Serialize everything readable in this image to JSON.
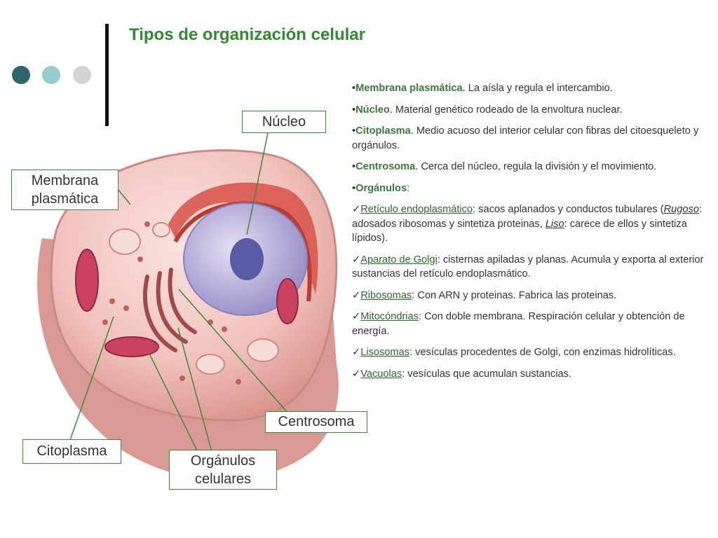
{
  "colors": {
    "accent": "#2e8b2e",
    "dot_dark": "#2f6468",
    "dot_mid": "#95cdd0",
    "dot_light": "#d4d4d4"
  },
  "slide": {
    "title": "Tipos de organización celular",
    "labels": {
      "nucleo": "Núcleo",
      "membrana_1": "Membrana",
      "membrana_2": "plasmática",
      "citoplasma": "Citoplasma",
      "organulos_1": "Orgánulos",
      "organulos_2": "celulares",
      "centrosoma": "Centrosoma"
    },
    "bullets": {
      "membrana": {
        "term": "Membrana plasmática",
        "text": ". La aísla y regula el intercambio."
      },
      "nucleo": {
        "term": "Núcleo",
        "text": ". Material genético rodeado de la envoltura nuclear."
      },
      "citoplasma": {
        "term": "Citoplasma",
        "text": ". Medio acuoso del interior celular con fibras del citoesqueleto y orgánulos."
      },
      "centrosoma": {
        "term": "Centrosoma",
        "text": ". Cerca del núcleo, regula la división y el movimiento."
      },
      "organulos": {
        "term": "Orgánulos",
        "text": ":"
      },
      "reticulo": {
        "term": "Retículo endoplasmático",
        "text1": ": sacos aplanados y conductos tubulares (",
        "rugoso": "Rugoso",
        "text2": ": adosados ribosomas y sintetiza proteinas, ",
        "liso": "Liso",
        "text3": ": carece de ellos y sintetiza lípidos)."
      },
      "golgi": {
        "term": "Aparato de Golgi",
        "text": ": cisternas apiladas y planas. Acumula y exporta al exterior sustancias del retículo endoplasmático."
      },
      "ribosomas": {
        "term": "Ribosomas",
        "text": ": Con ARN y proteinas. Fabrica las proteinas."
      },
      "mitocondrias": {
        "term": "Mitocóndrias",
        "text": ": Con doble membrana. Respiración celular y obtención de energía."
      },
      "lisosomas": {
        "term": "Lisosomas",
        "text": ": vesículas procedentes de Golgi, con enzimas hidrolíticas."
      },
      "vacuolas": {
        "term": "Vacuolas",
        "text": ": vesículas que acumulan sustancias."
      }
    }
  }
}
